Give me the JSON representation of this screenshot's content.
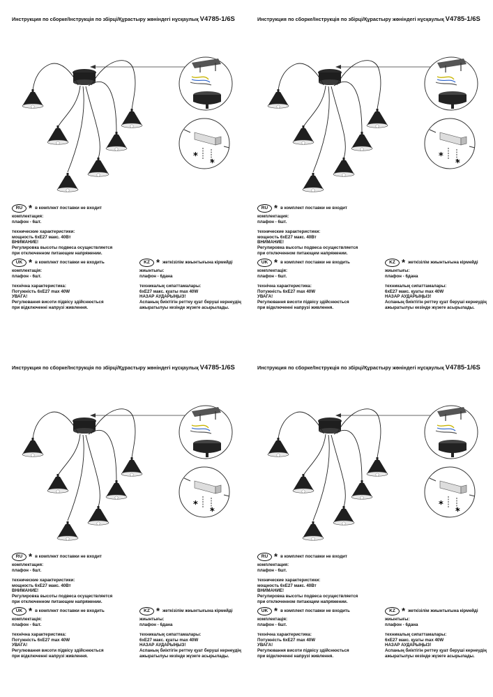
{
  "title": {
    "prefix": "Инструкция по сборке/Інструкція по збірці/Құрастыру жөніндегі нұсқаулық",
    "model": "V4785-1/6S"
  },
  "ru": {
    "badge": "RU",
    "note": "в комплект поставки не входит",
    "l1": "комплектация:",
    "l2": "плафон - 6шт.",
    "l3": "технические характеристики:",
    "l4": "мощность 6хЕ27 макс. 40Вт",
    "l5": "ВНИМАНИЕ!",
    "l6": "Регулировка высоты подвеса осуществляется",
    "l7": "при отключенном питающем напряжении."
  },
  "uk": {
    "badge": "UK",
    "note": "в комплект поставки не входить",
    "l1": "комплектація:",
    "l2": "плафон - 6шт.",
    "l3": "технічна характеристика:",
    "l4": "Потужність 6хЕ27 max 40W",
    "l5": "УВАГА!",
    "l6": "Регулювання висоти підвісу здійснюється",
    "l7": "при відключенні напрузі живлення."
  },
  "kz": {
    "badge": "KZ",
    "note": "жеткізілім жиынтығына кірмейді",
    "l1": "жиынтығы:",
    "l2": "плафон - 6дана",
    "l3": "техникалық сипаттамалары:",
    "l4": "6хЕ27 макс. қуаты max 40W",
    "l5": "НАЗАР АУДАРЫҢЫЗ!",
    "l6": "Аспаның биіктігін реттеу қуат беруші кернеудің",
    "l7": "ажыратылуы кезінде жүзеге асырылады."
  },
  "symbols": {
    "asterisk": "*"
  },
  "icons": {
    "fixture": "pendant-lamp-illustration",
    "mounting": "mounting-bracket-detail"
  }
}
